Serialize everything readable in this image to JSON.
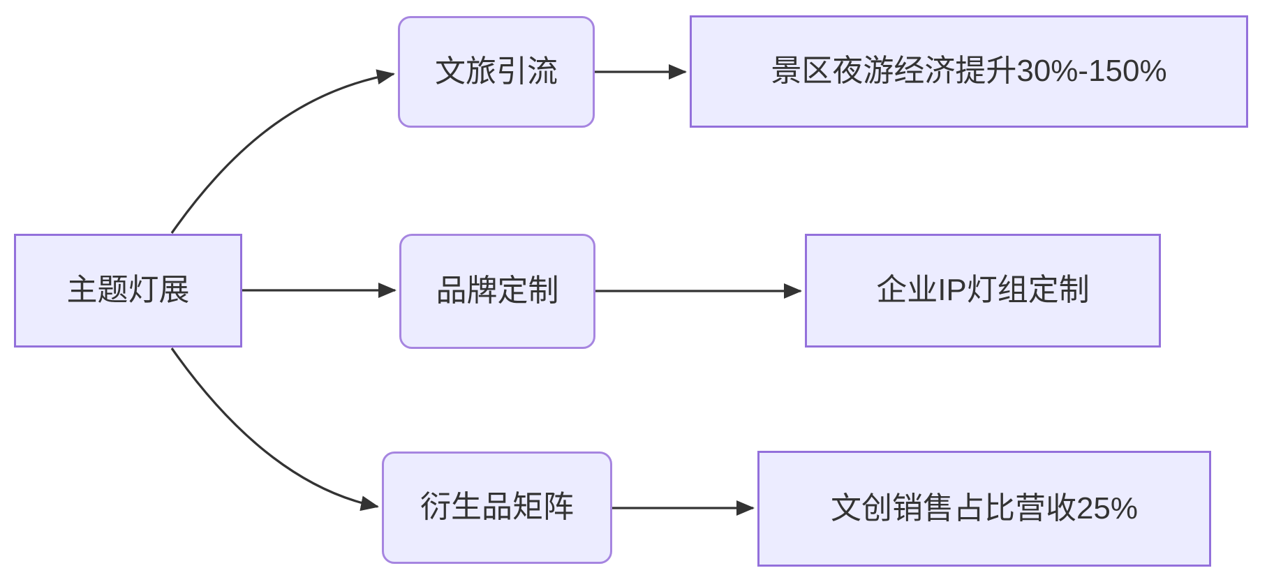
{
  "diagram": {
    "type": "flowchart-lr",
    "colors": {
      "background": "#ffffff",
      "node_fill": "#ECECFF",
      "node_border_rect": "#9370DB",
      "node_border_rounded": "#A685E0",
      "edge_color": "#333333",
      "text_color": "#333333"
    },
    "nodes": [
      {
        "id": "root",
        "label": "主题灯展",
        "shape": "rect"
      },
      {
        "id": "branch1",
        "label": "文旅引流",
        "shape": "rounded"
      },
      {
        "id": "result1",
        "label": "景区夜游经济提升30%-150%",
        "shape": "rect"
      },
      {
        "id": "branch2",
        "label": "品牌定制",
        "shape": "rounded"
      },
      {
        "id": "result2",
        "label": "企业IP灯组定制",
        "shape": "rect"
      },
      {
        "id": "branch3",
        "label": "衍生品矩阵",
        "shape": "rounded"
      },
      {
        "id": "result3",
        "label": "文创销售占比营收25%",
        "shape": "rect"
      }
    ],
    "edges": [
      {
        "from": "主题灯展",
        "to": "文旅引流"
      },
      {
        "from": "主题灯展",
        "to": "品牌定制"
      },
      {
        "from": "主题灯展",
        "to": "衍生品矩阵"
      },
      {
        "from": "文旅引流",
        "to": "景区夜游经济提升30%-150%"
      },
      {
        "from": "品牌定制",
        "to": "企业IP灯组定制"
      },
      {
        "from": "衍生品矩阵",
        "to": "文创销售占比营收25%"
      }
    ]
  }
}
